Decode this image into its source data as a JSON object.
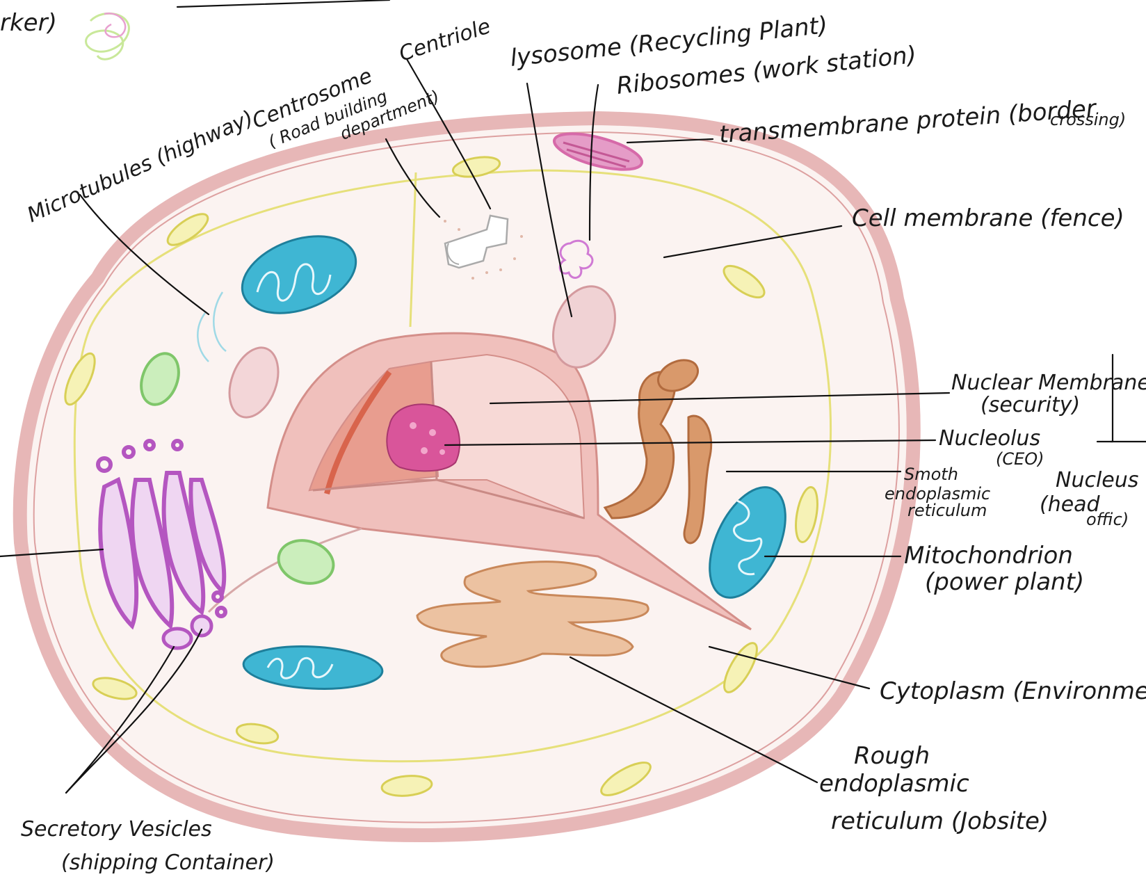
{
  "labels": {
    "top_left_partial": "rker)",
    "centriole": "Centriole",
    "lysosome": "lysosome (Recycling Plant)",
    "ribosomes": "Ribosomes (work station)",
    "centrosome_line1": "Centrosome",
    "centrosome_line2": "( Road building",
    "centrosome_line3": "department)",
    "microtubules": "Microtubules (highway)",
    "transmembrane_line1": "transmembrane protein (border",
    "transmembrane_line2": "crossing)",
    "cell_membrane": "Cell membrane (fence)",
    "nuclear_membrane_line1": "Nuclear Membrane",
    "nuclear_membrane_line2": "(security)",
    "nucleolus_line1": "Nucleolus",
    "nucleolus_line2": "(CEO)",
    "smooth_er_line1": "Smoth",
    "smooth_er_line2": "endoplasmic",
    "smooth_er_line3": "reticulum",
    "nucleus_line1": "Nucleus",
    "nucleus_line2": "(head",
    "nucleus_line3": "offic)",
    "mitochondrion_line1": "Mitochondrion",
    "mitochondrion_line2": "(power plant)",
    "cytoplasm": "Cytoplasm (Environment",
    "rough_er_line1": "Rough",
    "rough_er_line2": "endoplasmic",
    "rough_er_line3": "reticulum (Jobsite)",
    "secretory_line1": "Secretory Vesicles",
    "secretory_line2": "(shipping Container)"
  },
  "colors": {
    "outer_membrane": "#e7b7b7",
    "cell_interior": "#fbf3f1",
    "inner_membrane": "#e6e07a",
    "nucleus": "#e9a9a4",
    "nucleus_dark": "#d8644c",
    "nucleolus": "#d9559a",
    "mitochondrion": "#3fb6d3",
    "golgi": "#b456c0",
    "rough_er": "#e3ab82",
    "smooth_er": "#c9885a",
    "vesicle_yellow": "#ede888",
    "vesicle_green": "#8fd27a",
    "lysosome": "#ecc3c6",
    "transmembrane": "#d66aa9",
    "ribosome": "#d07ad4"
  }
}
